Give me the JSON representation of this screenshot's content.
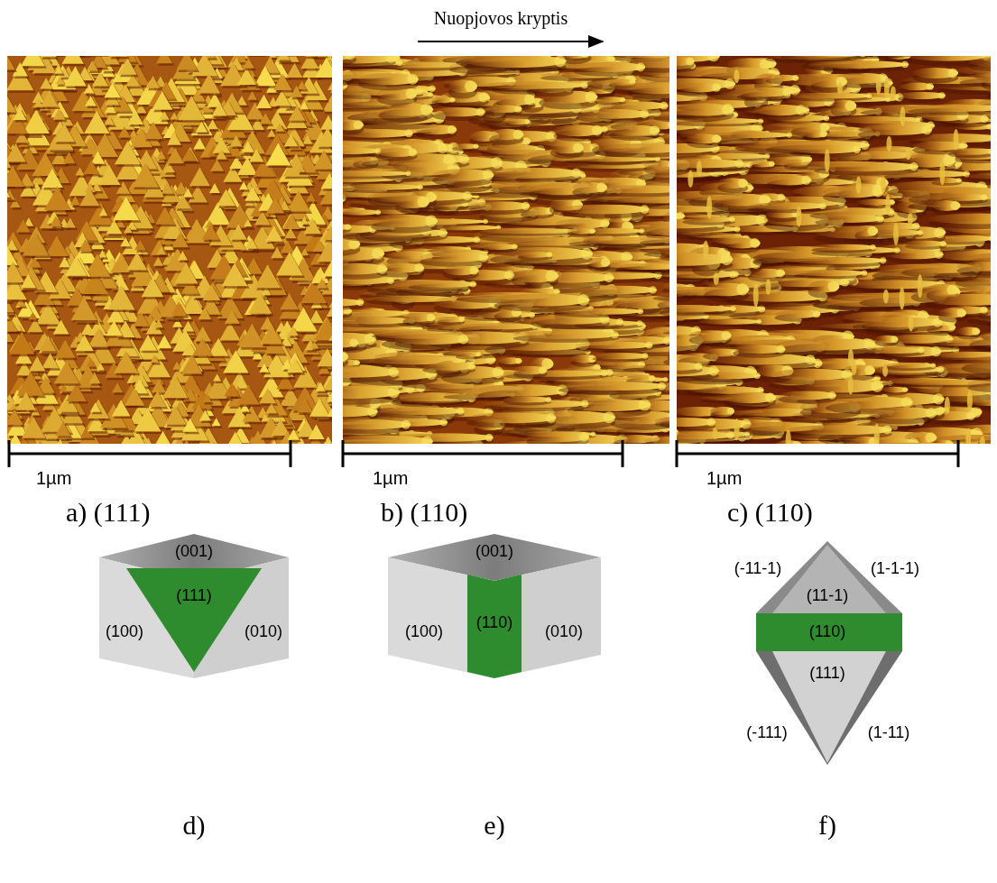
{
  "diagram": {
    "labels": [
      "Nuopjovos kryptis",
      "1µm",
      "1µm",
      "1µm",
      "a) (111)",
      "b) (110)",
      "c) (110)",
      "(001)",
      "(111)",
      "(100)",
      "(010)",
      "(001)",
      "(110)",
      "(100)",
      "(010)",
      "(-11-1)",
      "(1-1-1)",
      "(11-1)",
      "(110)",
      "(111)",
      "(-111)",
      "(1-11)",
      "d)",
      "e)",
      "f)"
    ]
  }
}
